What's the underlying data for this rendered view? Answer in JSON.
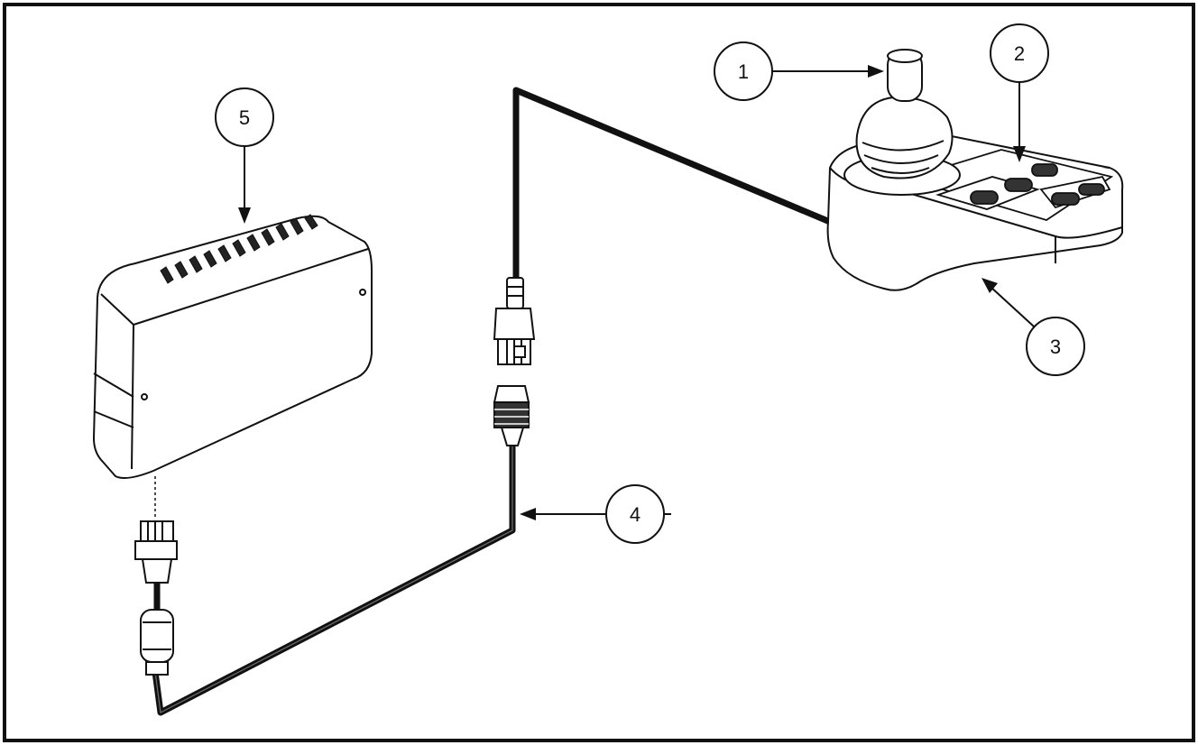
{
  "figure": {
    "callouts": [
      {
        "number": "1",
        "refers_to": "joystick"
      },
      {
        "number": "2",
        "refers_to": "keypad"
      },
      {
        "number": "3",
        "refers_to": "joystick-housing"
      },
      {
        "number": "4",
        "refers_to": "communication-cable"
      },
      {
        "number": "5",
        "refers_to": "controller-module"
      }
    ],
    "line_color": "#111111",
    "background_color": "#ffffff"
  }
}
